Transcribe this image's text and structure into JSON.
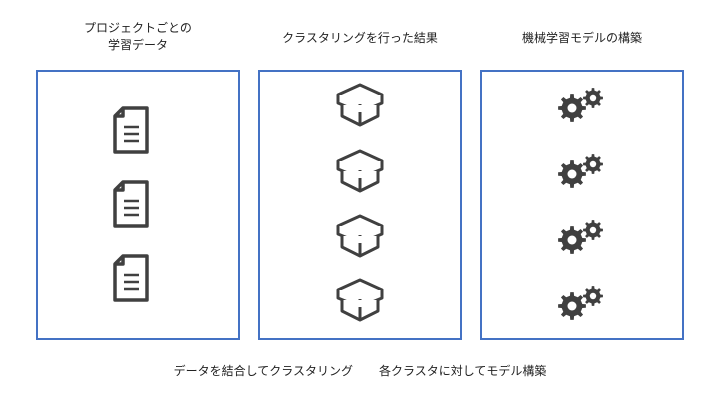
{
  "columns": [
    {
      "title_line1": "プロジェクトごとの",
      "title_line2": "学習データ"
    },
    {
      "title": "クラスタリングを行った結果"
    },
    {
      "title": "機械学習モデルの構築"
    }
  ],
  "footer": {
    "left_caption": "データを結合してクラスタリング",
    "right_caption": "各クラスタに対してモデル構築"
  },
  "icons": {
    "documents": [
      "document-icon",
      "document-icon",
      "document-icon"
    ],
    "boxes": [
      "box-icon",
      "box-icon",
      "box-icon",
      "box-icon"
    ],
    "gears": [
      "gears-icon",
      "gears-icon",
      "gears-icon",
      "gears-icon"
    ]
  },
  "colors": {
    "panel_border": "#4472c4",
    "icon": "#404040"
  }
}
